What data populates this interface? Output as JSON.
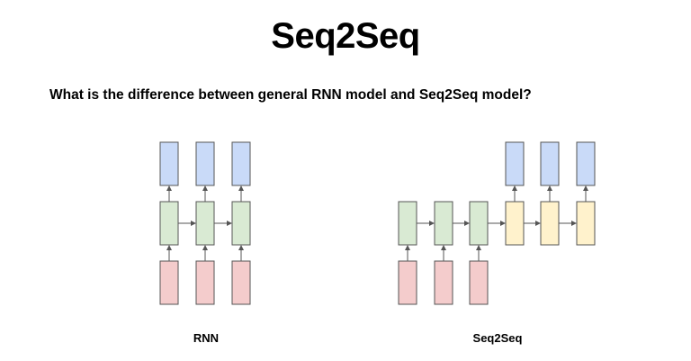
{
  "slide": {
    "title": "Seq2Seq",
    "question": "What is the difference between general RNN model and Seq2Seq model?"
  },
  "diagrams": {
    "rnn": {
      "label": "RNN",
      "steps": 3
    },
    "seq2seq": {
      "label": "Seq2Seq",
      "encoder_steps": 3,
      "decoder_steps": 3
    }
  },
  "colors": {
    "input_fill": "#f4cccc",
    "hidden_fill": "#d9ead3",
    "output_fill": "#c9daf8",
    "decoder_fill": "#fff2cc",
    "box_stroke": "#555555",
    "arrow": "#555555"
  }
}
